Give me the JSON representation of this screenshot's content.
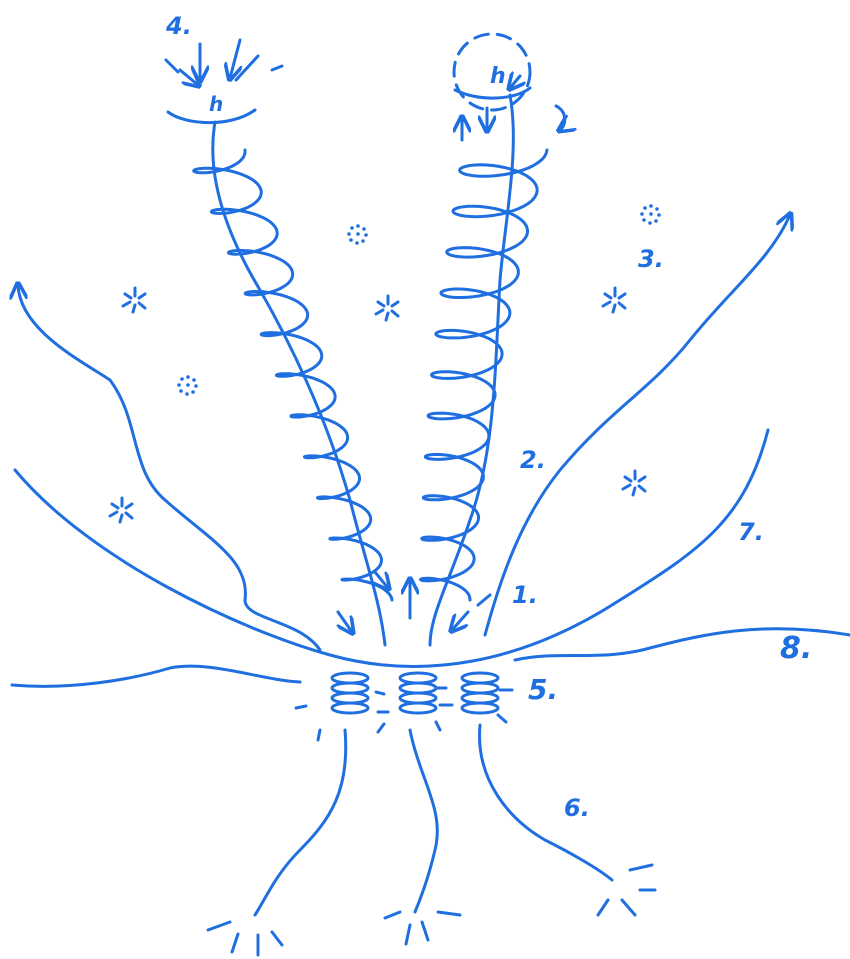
{
  "ink_color": "#1f6fe0",
  "figure": {
    "labels": {
      "one": "1.",
      "two": "2.",
      "three": "3.",
      "four": "4.",
      "five": "5.",
      "six": "6.",
      "seven": "7.",
      "eight": "8."
    },
    "glyphs": {
      "source_left": "h",
      "source_right": "h"
    }
  }
}
